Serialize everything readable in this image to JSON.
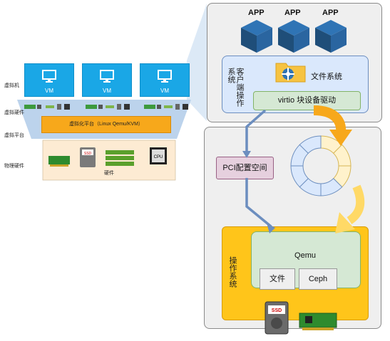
{
  "left": {
    "labels": {
      "vm_layer": "虚拟机",
      "virtual_hw": "虚拟硬件",
      "platform": "虚拟平台",
      "physical": "物理硬件"
    },
    "vm_label": "VM",
    "platform_bar": "虚拟化平台（Linux Qemu/KVM）",
    "hardware_label": "硬件",
    "ssd_label": "SSD",
    "cpu_label": "CPU"
  },
  "right_top": {
    "apps": [
      "APP",
      "APP",
      "APP"
    ],
    "os_label": "客户端操作系统",
    "fs_label": "文件系统",
    "driver_label": "virtio 块设备驱动"
  },
  "right_bottom": {
    "pci_label": "PCI配置空间",
    "os_label": "操作系统",
    "qemu_label": "Qemu",
    "file_label": "文件",
    "ceph_label": "Ceph",
    "ssd_label": "SSD"
  },
  "colors": {
    "vm_blue": "#1aa7e6",
    "platform_orange": "#f7a81b",
    "os_orange": "#ffc51a",
    "qemu_green": "#d5e8d4",
    "pci_pink": "#e6d0de",
    "guest_os_blue": "#dae8fc",
    "ring_blue": "#dae8fc",
    "ring_yellow": "#fff2cc"
  }
}
